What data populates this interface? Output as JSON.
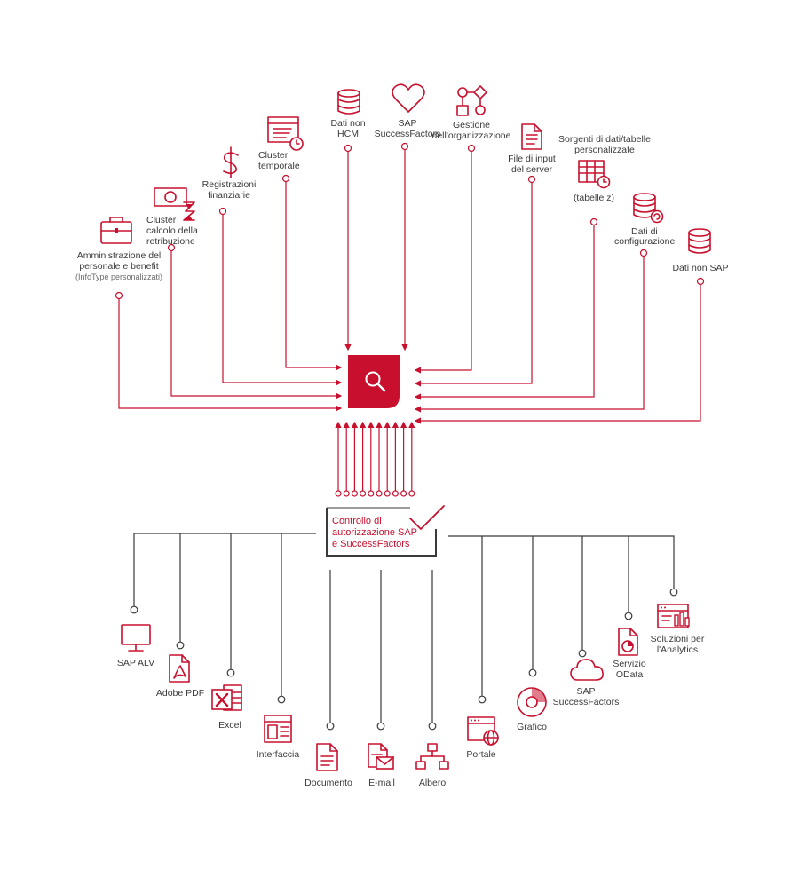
{
  "colors": {
    "accent": "#c8102e",
    "text": "#3a3a3a",
    "muted": "#6b6b6b"
  },
  "hub": {
    "icon": "search-icon"
  },
  "sources": {
    "amministrazione": {
      "line1": "Amministrazione del",
      "line2": "personale e benefit",
      "line3": "(InfoType personalizzati)",
      "icon": "briefcase-icon"
    },
    "cluster_calcolo": {
      "line1": "Cluster",
      "line2": "calcolo della",
      "line3": "retribuzione",
      "icon": "payroll-icon"
    },
    "registrazioni": {
      "line1": "Registrazioni",
      "line2": "finanziarie",
      "icon": "dollar-icon"
    },
    "cluster_temporale": {
      "line1": "Cluster",
      "line2": "temporale",
      "icon": "time-sheet-icon"
    },
    "dati_non_hcm": {
      "line1": "Dati non",
      "line2": "HCM",
      "icon": "database-icon"
    },
    "sap_sf": {
      "line1": "SAP",
      "line2": "SuccessFactors",
      "icon": "heart-icon"
    },
    "gestione_org": {
      "line1": "Gestione",
      "line2": "dell'organizzazione",
      "icon": "flowchart-icon"
    },
    "file_input": {
      "line1": "File di input",
      "line2": "del server",
      "icon": "document-icon"
    },
    "sorgenti": {
      "line1": "Sorgenti di dati/tabelle",
      "line2": "personalizzate",
      "line3": "(tabelle z)",
      "icon": "table-clock-icon"
    },
    "dati_config": {
      "line1": "Dati di",
      "line2": "configurazione",
      "icon": "database-refresh-icon"
    },
    "dati_non_sap": {
      "line1": "Dati non SAP",
      "icon": "database-icon"
    }
  },
  "control": {
    "line1": "Controllo di",
    "line2": "autorizzazione SAP",
    "line3": "e SuccessFactors",
    "icon": "checkmark-icon"
  },
  "outputs": {
    "sap_alv": {
      "label": "SAP ALV",
      "icon": "monitor-icon"
    },
    "adobe_pdf": {
      "label": "Adobe PDF",
      "icon": "pdf-icon"
    },
    "excel": {
      "label": "Excel",
      "icon": "excel-icon"
    },
    "interfaccia": {
      "label": "Interfaccia",
      "icon": "layout-icon"
    },
    "documento": {
      "label": "Documento",
      "icon": "document-icon"
    },
    "email": {
      "label": "E-mail",
      "icon": "email-icon"
    },
    "albero": {
      "label": "Albero",
      "icon": "tree-icon"
    },
    "portale": {
      "label": "Portale",
      "icon": "portal-icon"
    },
    "grafico": {
      "label": "Grafico",
      "icon": "pie-chart-icon"
    },
    "sap_sf": {
      "line1": "SAP",
      "line2": "SuccessFactors",
      "icon": "cloud-icon"
    },
    "servizio_odata": {
      "line1": "Servizio",
      "line2": "OData",
      "icon": "report-icon"
    },
    "soluzioni": {
      "line1": "Soluzioni per",
      "line2": "l'Analytics",
      "icon": "analytics-icon"
    }
  }
}
